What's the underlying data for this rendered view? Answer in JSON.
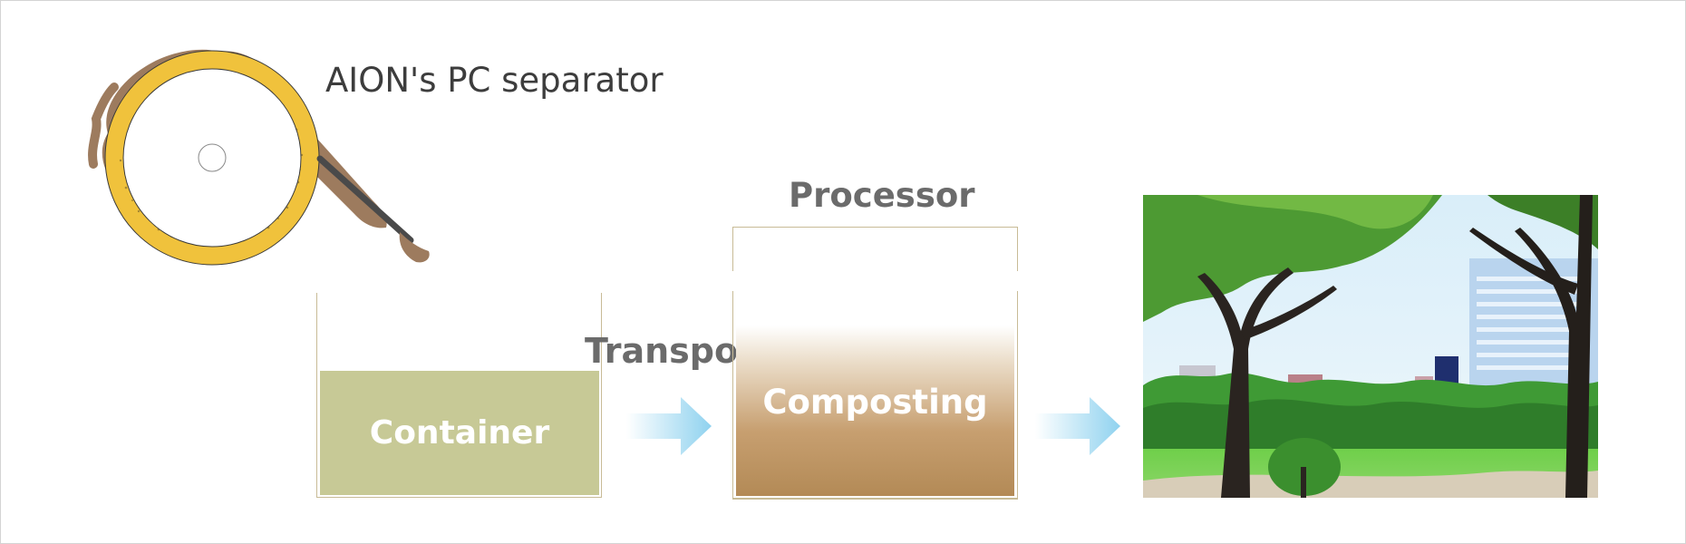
{
  "labels": {
    "separator": "AION's PC separator",
    "processor": "Processor",
    "transport": "Transport",
    "container": "Container",
    "composting": "Composting"
  },
  "colors": {
    "container_fill": "#c7c996",
    "composting_fill": "#b38a56",
    "arrow": "#8fd2ef",
    "separator_ring": "#f0c23c",
    "separator_bark": "#9d7b5e",
    "frame": "#c8bb96"
  },
  "icons": {
    "separator": "separator-roll-icon",
    "arrows": [
      "arrow-right-icon",
      "arrow-right-icon"
    ]
  }
}
